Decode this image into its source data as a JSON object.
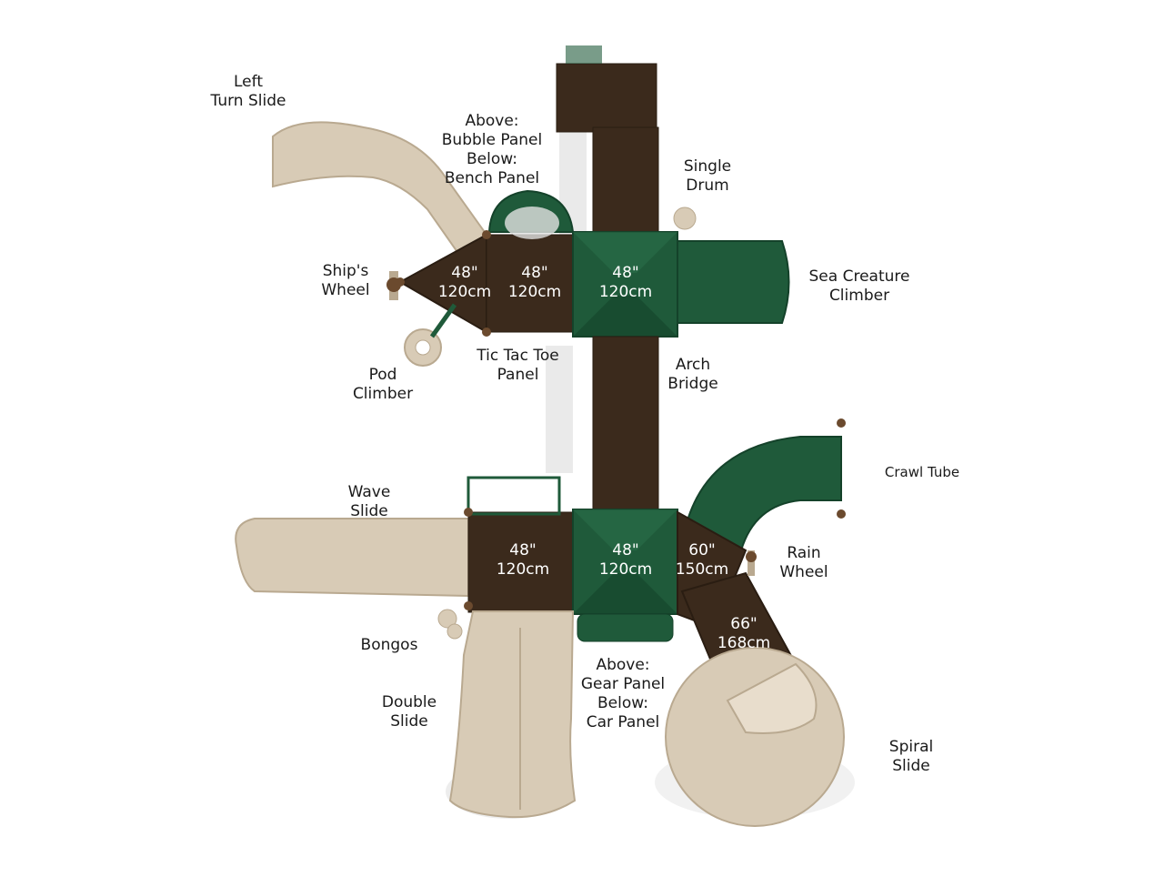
{
  "colors": {
    "deck": "#3b2a1c",
    "deck_dark": "#2a1d12",
    "roof_green": "#1f5a3a",
    "roof_green_dark": "#14422a",
    "tan": "#d8cbb6",
    "tan_dark": "#b9a990",
    "post": "#6b4a2e",
    "shadow": "#d9d9d9"
  },
  "labels": {
    "left_turn_slide": [
      "Left",
      "Turn Slide"
    ],
    "bubble_bench": [
      "Above:",
      "Bubble Panel",
      "Below:",
      "Bench Panel"
    ],
    "single_drum": [
      "Single",
      "Drum"
    ],
    "ships_wheel": [
      "Ship's",
      "Wheel"
    ],
    "sea_creature": [
      "Sea Creature",
      "Climber"
    ],
    "pod_climber": [
      "Pod",
      "Climber"
    ],
    "tic_tac_toe": [
      "Tic Tac Toe",
      "Panel"
    ],
    "arch_bridge": [
      "Arch",
      "Bridge"
    ],
    "crawl_tube": [
      "Crawl Tube"
    ],
    "wave_slide": [
      "Wave",
      "Slide"
    ],
    "rain_wheel": [
      "Rain",
      "Wheel"
    ],
    "bongos": [
      "Bongos"
    ],
    "gear_car": [
      "Above:",
      "Gear Panel",
      "Below:",
      "Car Panel"
    ],
    "double_slide": [
      "Double",
      "Slide"
    ],
    "spiral_slide": [
      "Spiral",
      "Slide"
    ]
  },
  "heights": {
    "deck_a": [
      "48\"",
      "120cm"
    ],
    "deck_b": [
      "48\"",
      "120cm"
    ],
    "deck_c": [
      "48\"",
      "120cm"
    ],
    "deck_d": [
      "48\"",
      "120cm"
    ],
    "deck_e": [
      "48\"",
      "120cm"
    ],
    "deck_f": [
      "60\"",
      "150cm"
    ],
    "deck_g": [
      "66\"",
      "168cm"
    ]
  }
}
